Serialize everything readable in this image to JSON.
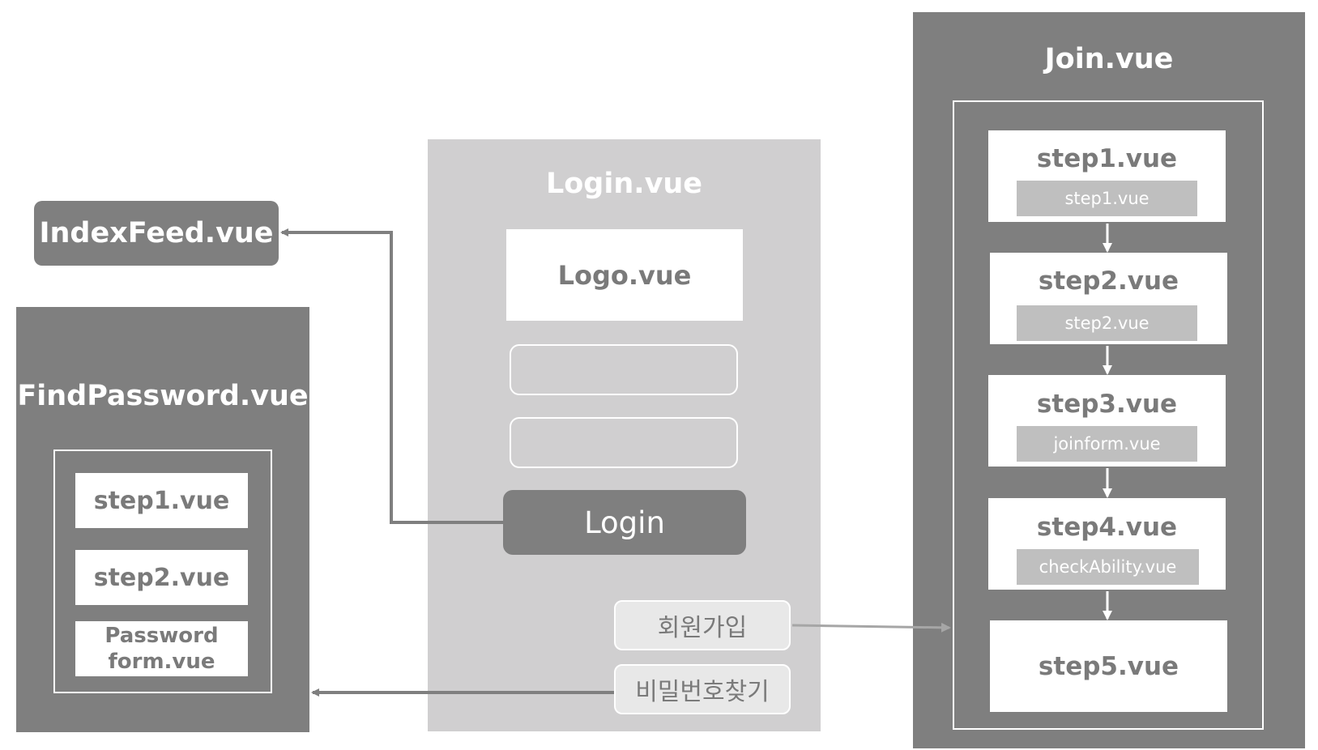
{
  "index_feed": {
    "label": "IndexFeed.vue"
  },
  "find_password": {
    "title": "FindPassword.vue",
    "steps": [
      "step1.vue",
      "step2.vue",
      "Password\nform.vue"
    ]
  },
  "login": {
    "title": "Login.vue",
    "logo": "Logo.vue",
    "login_button": "Login",
    "signup_button": "회원가입",
    "find_password_button": "비밀번호찾기"
  },
  "join": {
    "title": "Join.vue",
    "steps": [
      {
        "title": "step1.vue",
        "sub": "step1.vue"
      },
      {
        "title": "step2.vue",
        "sub": "step2.vue"
      },
      {
        "title": "step3.vue",
        "sub": "joinform.vue"
      },
      {
        "title": "step4.vue",
        "sub": "checkAbility.vue"
      },
      {
        "title": "step5.vue"
      }
    ]
  },
  "colors": {
    "dark_box": "#7f7f7f",
    "light_box": "#d0cfd0",
    "sub_box": "#bfbfbf",
    "arrow_dark": "#7f7f7f",
    "arrow_light": "#a6a6a6"
  }
}
